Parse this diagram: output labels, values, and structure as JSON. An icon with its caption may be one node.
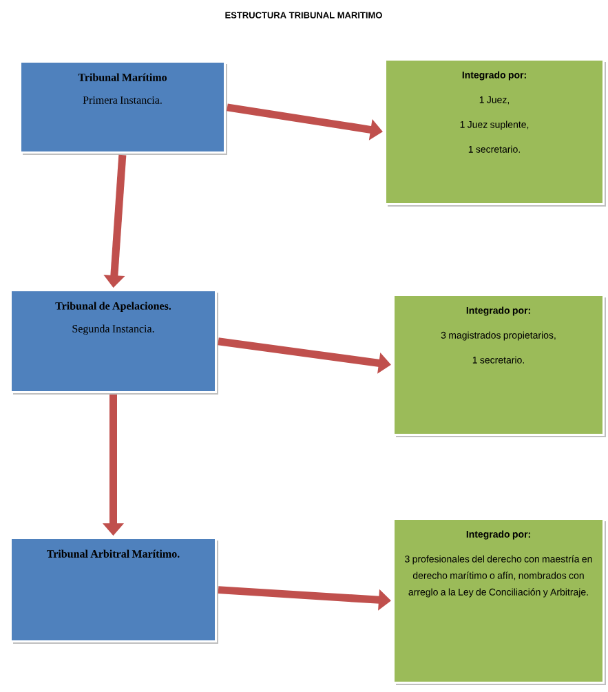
{
  "diagram": {
    "title": "ESTRUCTURA TRIBUNAL MARITIMO",
    "nodes": [
      {
        "text": [
          "Tribunal Marítimo",
          "Primera Instancia."
        ]
      },
      {
        "text": [
          "Integrado por:",
          "1 Juez,",
          "1 Juez suplente,",
          "1 secretario."
        ]
      },
      {
        "text": [
          "Tribunal de Apelaciones.",
          "Segunda Instancia."
        ]
      },
      {
        "text": [
          "Integrado por:",
          "3 magistrados propietarios,",
          "1 secretario."
        ]
      },
      {
        "text": [
          "Tribunal Arbitral Marítimo."
        ]
      },
      {
        "text": [
          "Integrado por:",
          "3 profesionales del derecho con maestría en derecho marítimo o afín, nombrados con arreglo a la Ley de Conciliación y Arbitraje."
        ]
      }
    ],
    "edges": [
      {
        "from": 0,
        "to": 1,
        "arrow": "to"
      },
      {
        "from": 0,
        "to": 2,
        "arrow": "to"
      },
      {
        "from": 2,
        "to": 3,
        "arrow": "to"
      },
      {
        "from": 2,
        "to": 4,
        "arrow": "to"
      },
      {
        "from": 4,
        "to": 5,
        "arrow": "to"
      }
    ]
  }
}
